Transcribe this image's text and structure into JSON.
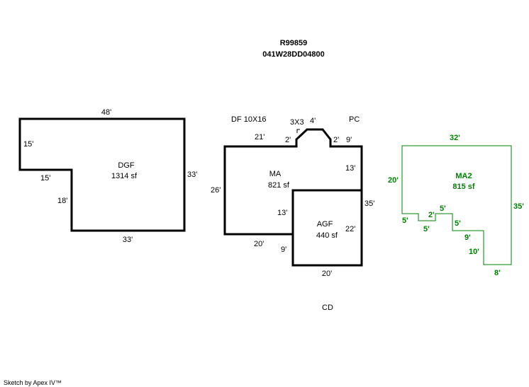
{
  "header": {
    "parcel_id": "R99859",
    "map_number": "041W28DD04800"
  },
  "areas": {
    "dgf": {
      "name": "DGF",
      "area": "1314 sf",
      "dims": [
        "48'",
        "15'",
        "15'",
        "18'",
        "33'",
        "33'"
      ]
    },
    "ma": {
      "name": "MA",
      "area": "821 sf",
      "dims": [
        "21'",
        "2'",
        "4'",
        "2'",
        "9'",
        "13'",
        "26'",
        "13'",
        "20'",
        "9'"
      ]
    },
    "agf": {
      "name": "AGF",
      "area": "440 sf",
      "dims": [
        "35'",
        "22'",
        "20'"
      ]
    },
    "ma2": {
      "name": "MA2",
      "area": "815 sf",
      "dims": [
        "32'",
        "20'",
        "35'",
        "5'",
        "2'",
        "5'",
        "5'",
        "5'",
        "9'",
        "10'",
        "8'"
      ]
    }
  },
  "labels": {
    "df": "DF 10X16",
    "box": "3X3",
    "pc": "PC",
    "cd": "CD"
  },
  "footer": {
    "credit": "Sketch by Apex IV™"
  },
  "colors": {
    "outline": "#000000",
    "ma2": "#008000"
  }
}
